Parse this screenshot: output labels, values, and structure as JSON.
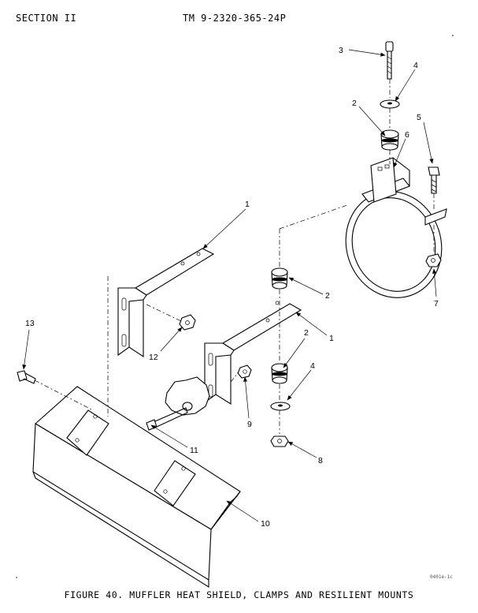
{
  "header": {
    "section": "SECTION II",
    "tm_number": "TM 9-2320-365-24P"
  },
  "figure": {
    "caption": "FIGURE 40.  MUFFLER HEAT SHIELD, CLAMPS AND RESILIENT MOUNTS",
    "image_code": "0401e-1c",
    "callouts": {
      "c3": "3",
      "c4a": "4",
      "c2a": "2",
      "c6": "6",
      "c5": "5",
      "c7": "7",
      "c1a": "1",
      "c2b": "2",
      "c1b": "1",
      "c12": "12",
      "c13": "13",
      "c2c": "2",
      "c4b": "4",
      "c9": "9",
      "c11": "11",
      "c8": "8",
      "c10": "10"
    }
  }
}
